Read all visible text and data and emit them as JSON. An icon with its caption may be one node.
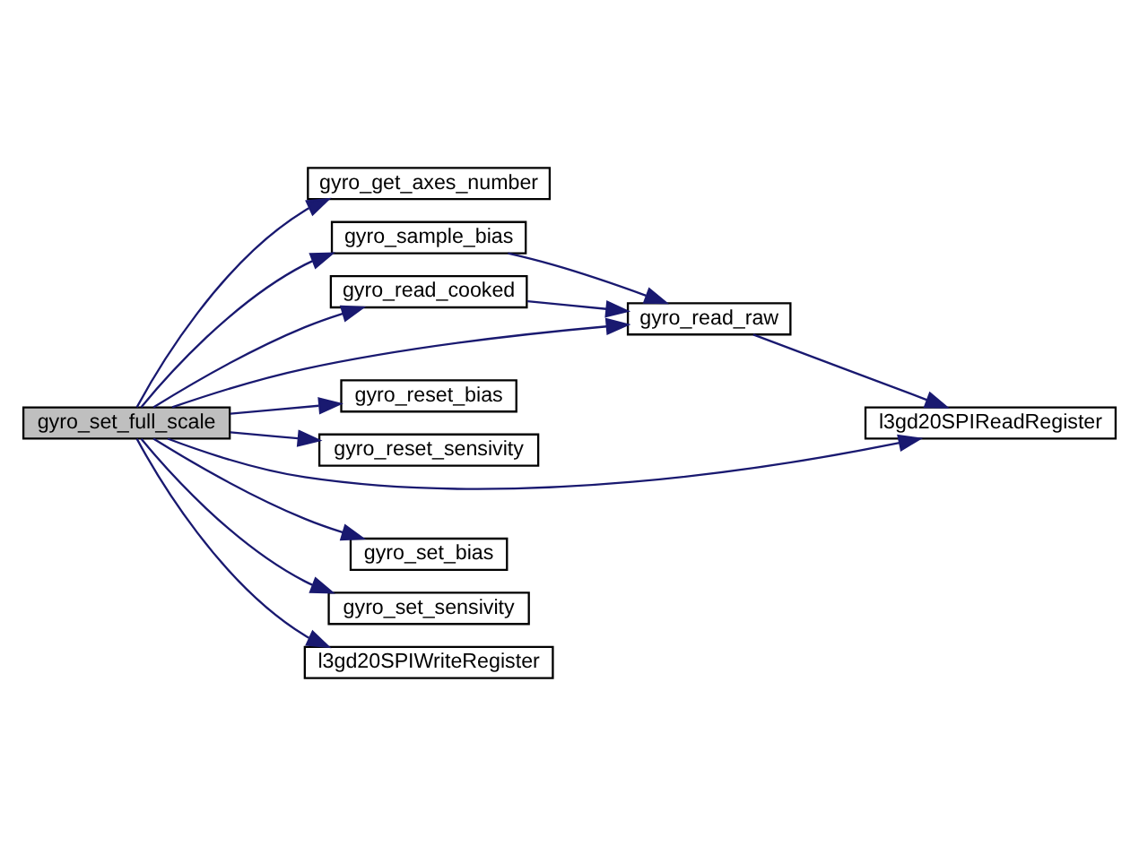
{
  "diagram": {
    "nodes": [
      {
        "text": [
          "gyro_set_full_scale"
        ]
      },
      {
        "text": [
          "gyro_get_axes_number"
        ]
      },
      {
        "text": [
          "gyro_sample_bias"
        ]
      },
      {
        "text": [
          "gyro_read_cooked"
        ]
      },
      {
        "text": [
          "gyro_read_raw"
        ]
      },
      {
        "text": [
          "gyro_reset_bias"
        ]
      },
      {
        "text": [
          "gyro_reset_sensivity"
        ]
      },
      {
        "text": [
          "l3gd20SPIReadRegister"
        ]
      },
      {
        "text": [
          "gyro_set_bias"
        ]
      },
      {
        "text": [
          "gyro_set_sensivity"
        ]
      },
      {
        "text": [
          "l3gd20SPIWriteRegister"
        ]
      }
    ],
    "edges": [
      {
        "from": 0,
        "to": 1,
        "arrow": "to"
      },
      {
        "from": 0,
        "to": 2,
        "arrow": "to"
      },
      {
        "from": 0,
        "to": 3,
        "arrow": "to"
      },
      {
        "from": 0,
        "to": 4,
        "arrow": "to"
      },
      {
        "from": 0,
        "to": 5,
        "arrow": "to"
      },
      {
        "from": 0,
        "to": 6,
        "arrow": "to"
      },
      {
        "from": 0,
        "to": 7,
        "arrow": "to"
      },
      {
        "from": 0,
        "to": 8,
        "arrow": "to"
      },
      {
        "from": 0,
        "to": 9,
        "arrow": "to"
      },
      {
        "from": 0,
        "to": 10,
        "arrow": "to"
      },
      {
        "from": 2,
        "to": 4,
        "arrow": "to"
      },
      {
        "from": 3,
        "to": 4,
        "arrow": "to"
      },
      {
        "from": 4,
        "to": 7,
        "arrow": "to"
      }
    ]
  }
}
